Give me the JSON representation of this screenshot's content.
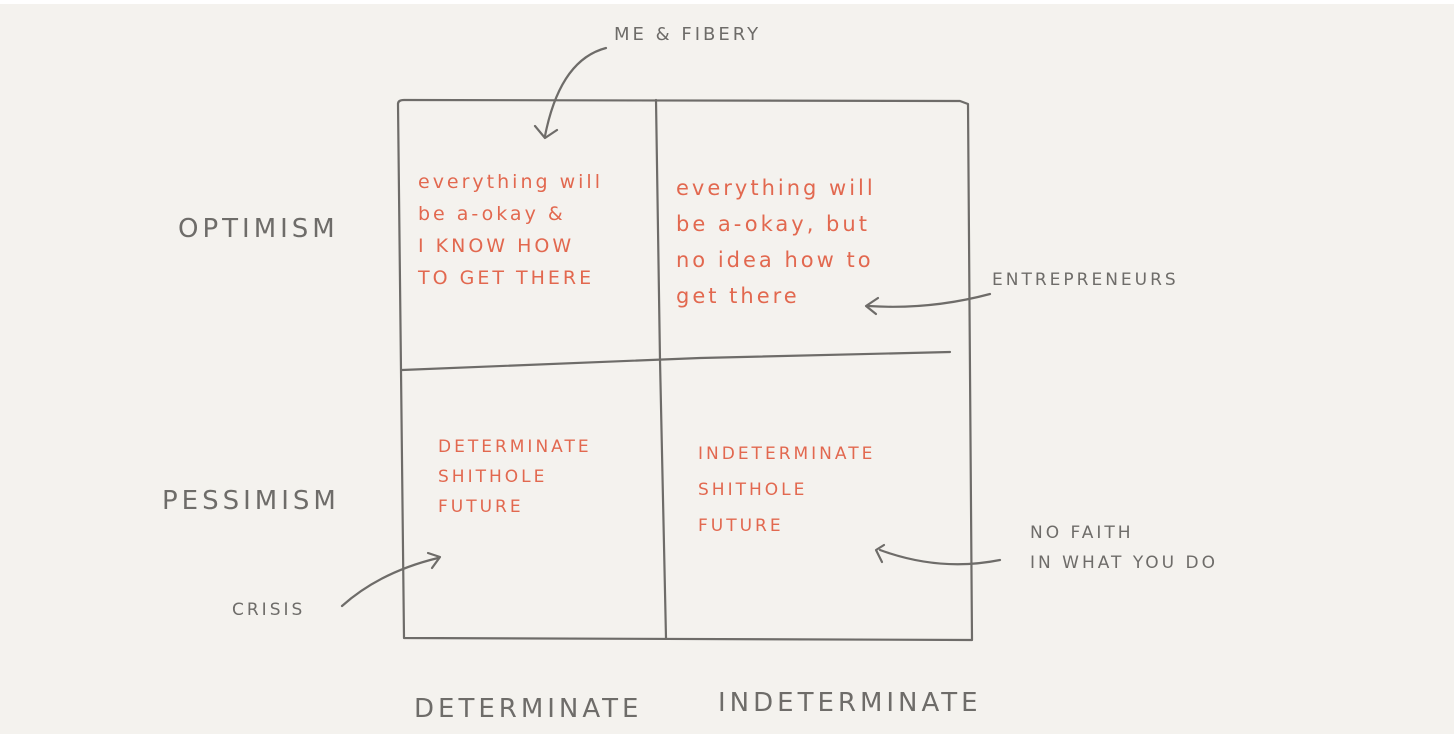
{
  "diagram": {
    "type": "2x2 matrix",
    "colors": {
      "background": "#f4f2ee",
      "ink": "#6e6c69",
      "quadrant_text": "#e2684f"
    },
    "y_axis": {
      "top_label": "OPTIMISM",
      "bottom_label": "PESSIMISM"
    },
    "x_axis": {
      "left_label": "DETERMINATE",
      "right_label": "INDETERMINATE"
    },
    "quadrants": {
      "top_left": {
        "lines": [
          "everything will",
          "be a-okay &",
          "I KNOW HOW",
          "TO GET THERE"
        ]
      },
      "top_right": {
        "lines": [
          "everything will",
          "be a-okay, but",
          "no idea how to",
          "get there"
        ]
      },
      "bottom_left": {
        "lines": [
          "DETERMINATE",
          "SHITHOLE",
          "FUTURE"
        ]
      },
      "bottom_right": {
        "lines": [
          "INDETERMINATE",
          "SHITHOLE",
          "FUTURE"
        ]
      }
    },
    "annotations": {
      "me_and_fibery": "ME & FIBERY",
      "entrepreneurs": "ENTREPRENEURS",
      "crisis": "CRISIS",
      "no_faith": [
        "NO FAITH",
        "IN WHAT YOU DO"
      ]
    }
  }
}
